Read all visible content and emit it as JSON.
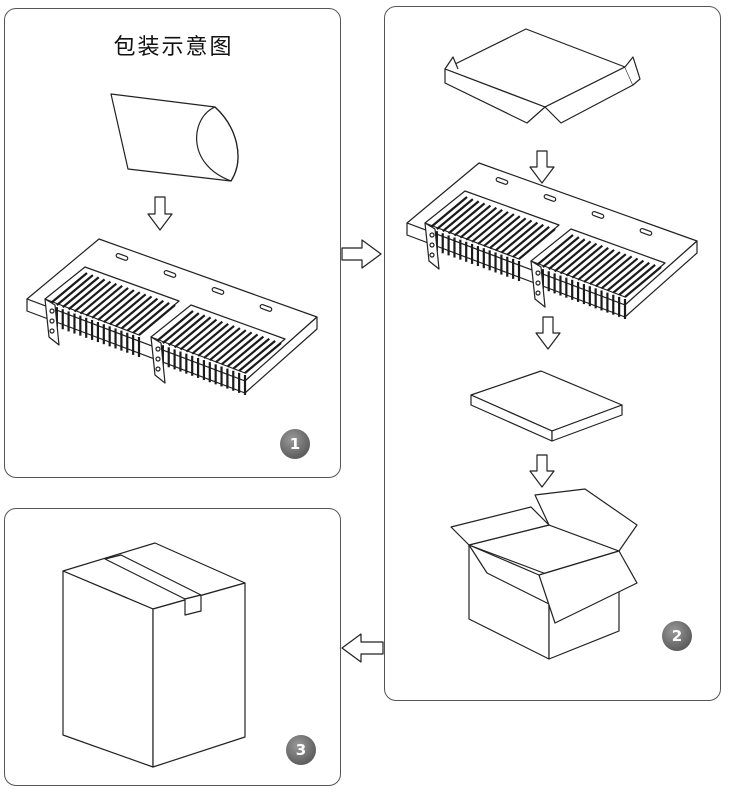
{
  "panel1": {
    "title": "包装示意图",
    "step": "1"
  },
  "panel2": {
    "step": "2"
  },
  "panel3": {
    "step": "3"
  },
  "icons": [
    "bag-icon",
    "arrow-down-icon",
    "light-fixture-icon",
    "arrow-right-icon",
    "box-lid-icon",
    "foam-pad-icon",
    "open-box-icon",
    "arrow-left-icon",
    "sealed-box-icon"
  ],
  "colors": {
    "line": "#222222",
    "badge": "#6f6f6f",
    "panel_border": "#555555"
  }
}
